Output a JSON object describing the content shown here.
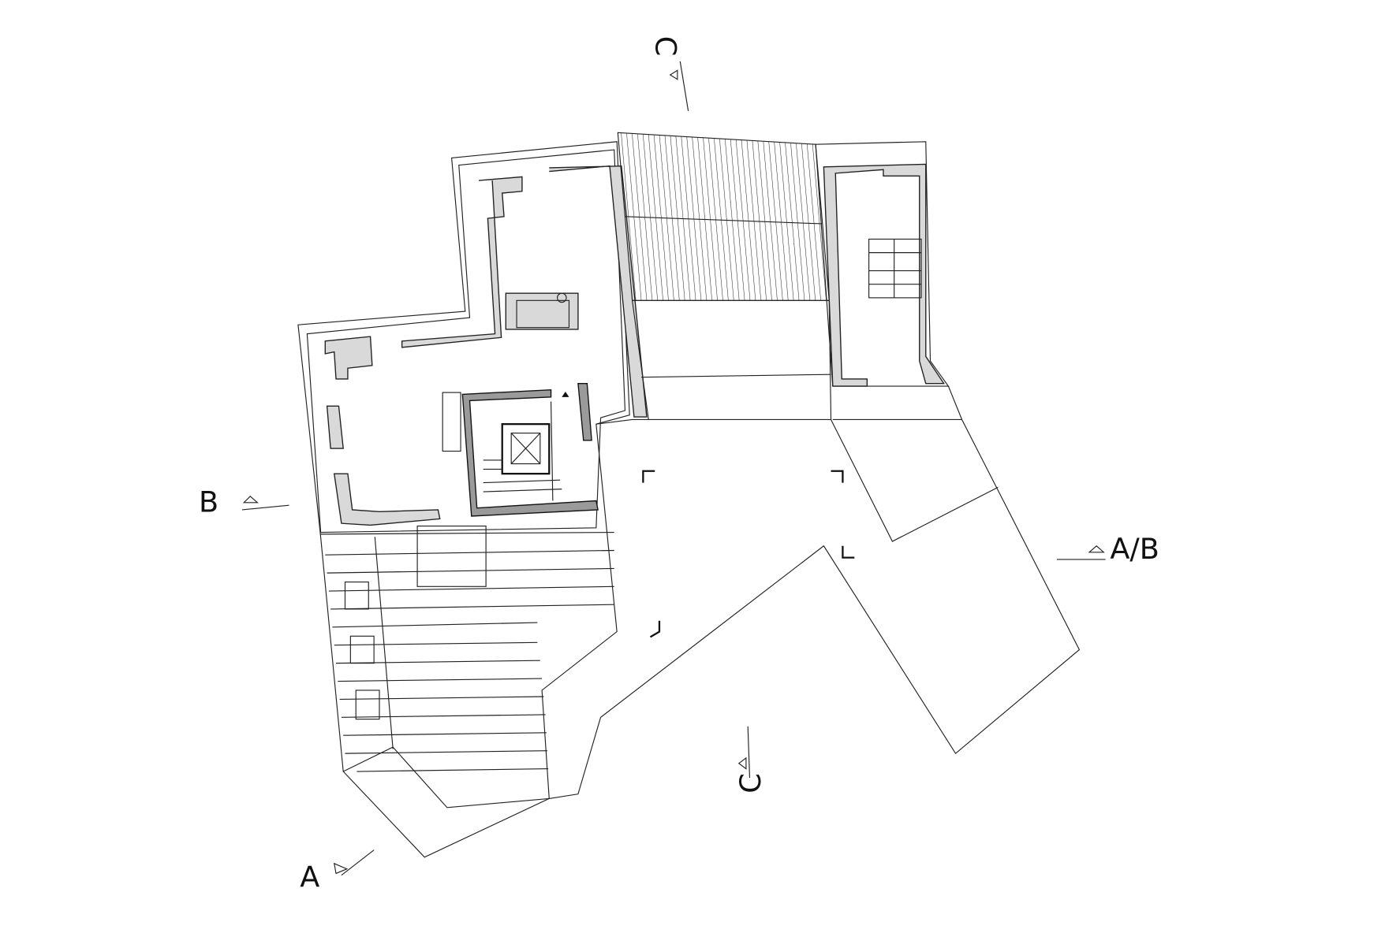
{
  "drawing": {
    "type": "floor-plan",
    "section_marks": {
      "c_top": "C",
      "c_bottom": "C",
      "b": "B",
      "a": "A",
      "ab": "A/B"
    }
  }
}
